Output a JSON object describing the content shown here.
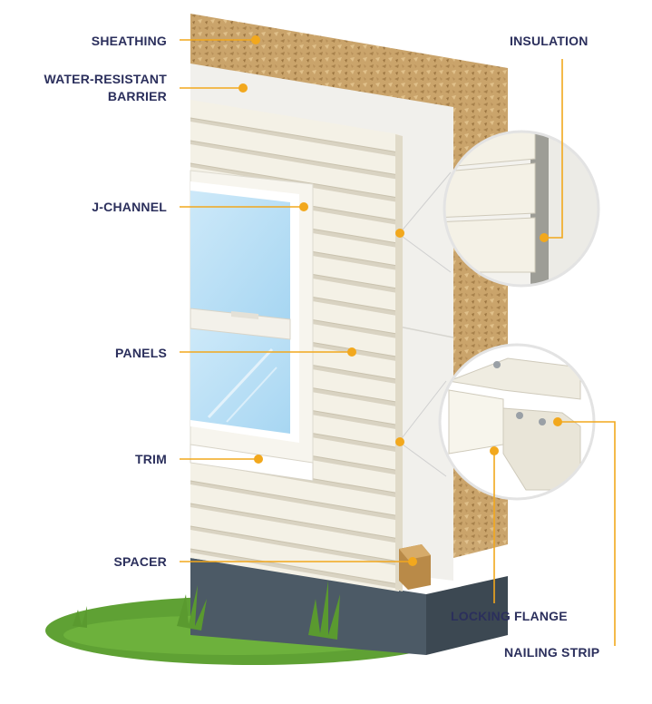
{
  "labels": {
    "sheathing": "SHEATHING",
    "wrb_line1": "WATER-RESISTANT",
    "wrb_line2": "BARRIER",
    "j_channel": "J-CHANNEL",
    "panels": "PANELS",
    "trim": "TRIM",
    "spacer": "SPACER",
    "insulation": "INSULATION",
    "locking_flange": "LOCKING FLANGE",
    "nailing_strip": "NAILING STRIP"
  },
  "colors": {
    "label_text": "#2b2f5c",
    "leader_line": "#f2a81d",
    "sheathing": "#c9a36a",
    "barrier": "#f1f0ec",
    "siding": "#f4f1e6",
    "foundation": "#4c5a66",
    "grass": "#5fa134",
    "glass": "#bfe2f7"
  }
}
